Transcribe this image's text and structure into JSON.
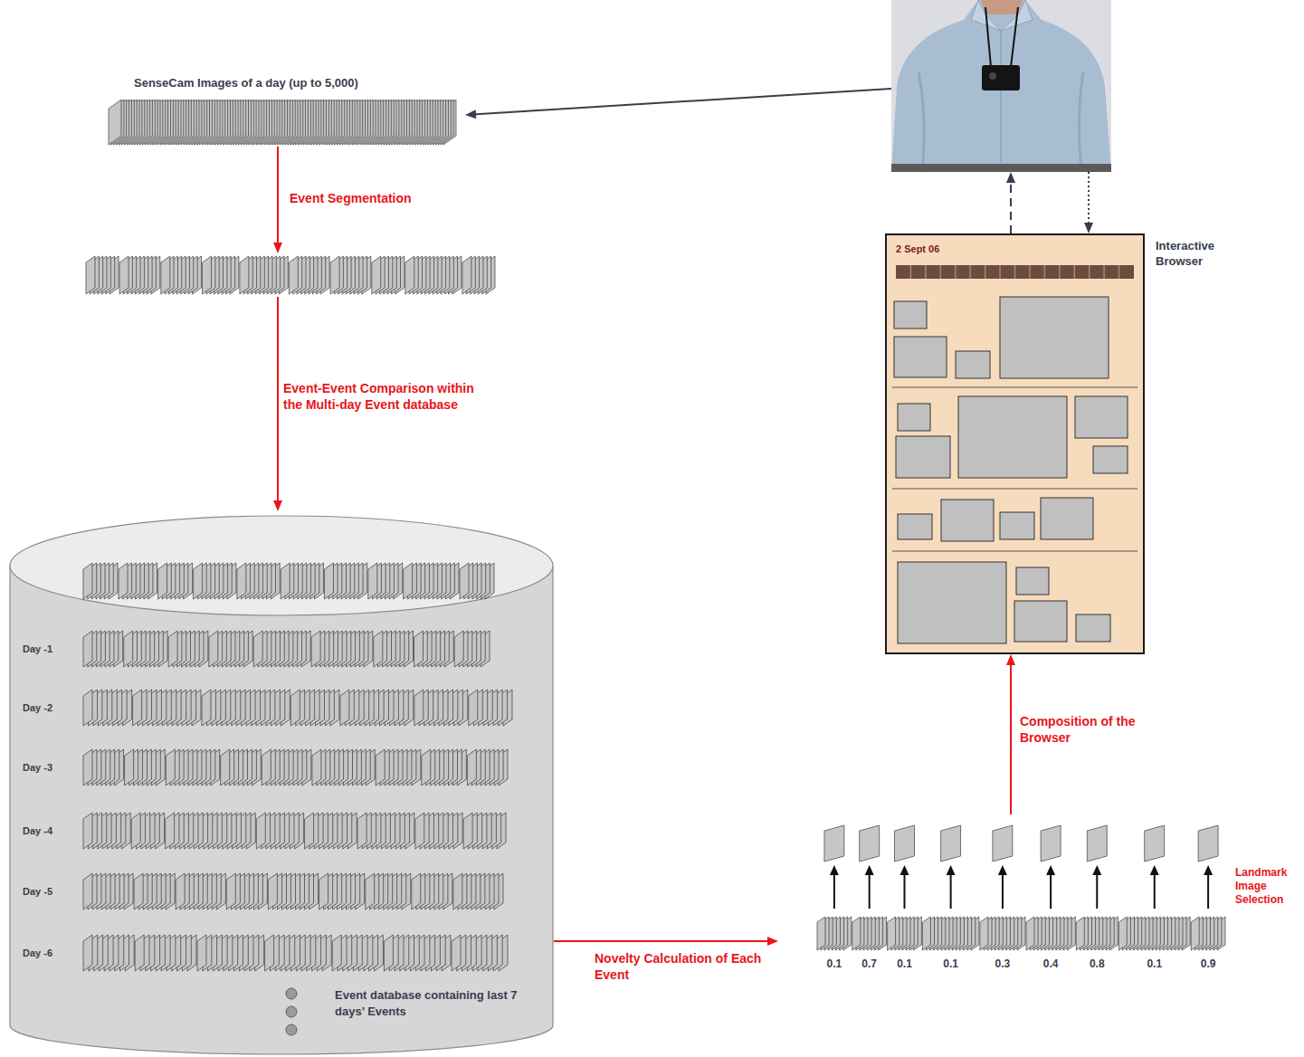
{
  "diagram": {
    "nodes": [
      {
        "text": [
          "SenseCam Images of a day (up to 5,000)"
        ]
      },
      {
        "text": []
      },
      {
        "text": [
          "Day -1",
          "Day -2",
          "Day -3",
          "Day -4",
          "Day -5",
          "Day -6",
          "Event database containing last 7 days’ Events"
        ]
      },
      {
        "text": [
          "Landmark Image Selection",
          "0.1",
          "0.7",
          "0.1",
          "0.1",
          "0.3",
          "0.4",
          "0.8",
          "0.1",
          "0.9"
        ]
      },
      {
        "text": [
          "Interactive Browser",
          "2 Sept 06"
        ]
      },
      {
        "text": []
      }
    ],
    "edges": [
      {
        "from": 5,
        "to": 0,
        "arrow": "to"
      },
      {
        "from": 0,
        "to": 1,
        "label": "Event Segmentation",
        "arrow": "to"
      },
      {
        "from": 1,
        "to": 2,
        "label": "Event-Event Comparison within the Multi-day Event database",
        "arrow": "to"
      },
      {
        "from": 2,
        "to": 3,
        "label": "Novelty Calculation of Each Event",
        "arrow": "to"
      },
      {
        "from": 3,
        "to": 4,
        "label": "Composition of the Browser",
        "arrow": "to"
      },
      {
        "from": 4,
        "to": 5,
        "arrow": "to"
      },
      {
        "from": 5,
        "to": 4,
        "arrow": "to"
      }
    ]
  }
}
